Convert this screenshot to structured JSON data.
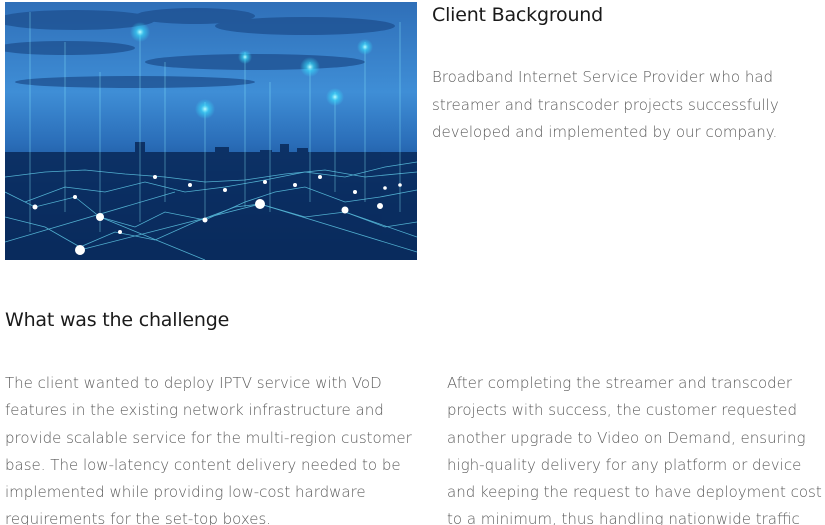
{
  "hero": {
    "image_alt": "City skyline at dusk with glowing network connection lines"
  },
  "client_background": {
    "title": "Client Background",
    "text": "Broadband Internet Service Provider who had streamer and transcoder projects successfully developed and implemented by our company."
  },
  "challenge": {
    "title": "What was the challenge",
    "left_text": "The client wanted to deploy IPTV service with VoD features in the existing network infrastructure and provide scalable service for the multi-region customer base. The low-latency content delivery needed to be implemented while providing low-cost hardware requirements for the set-top boxes.",
    "right_text": "After completing the streamer and transcoder projects with success, the customer requested another upgrade to Video on Demand, ensuring high-quality delivery for any platform or device and keeping the request to have deployment cost to a minimum, thus handling nationwide traffic"
  }
}
